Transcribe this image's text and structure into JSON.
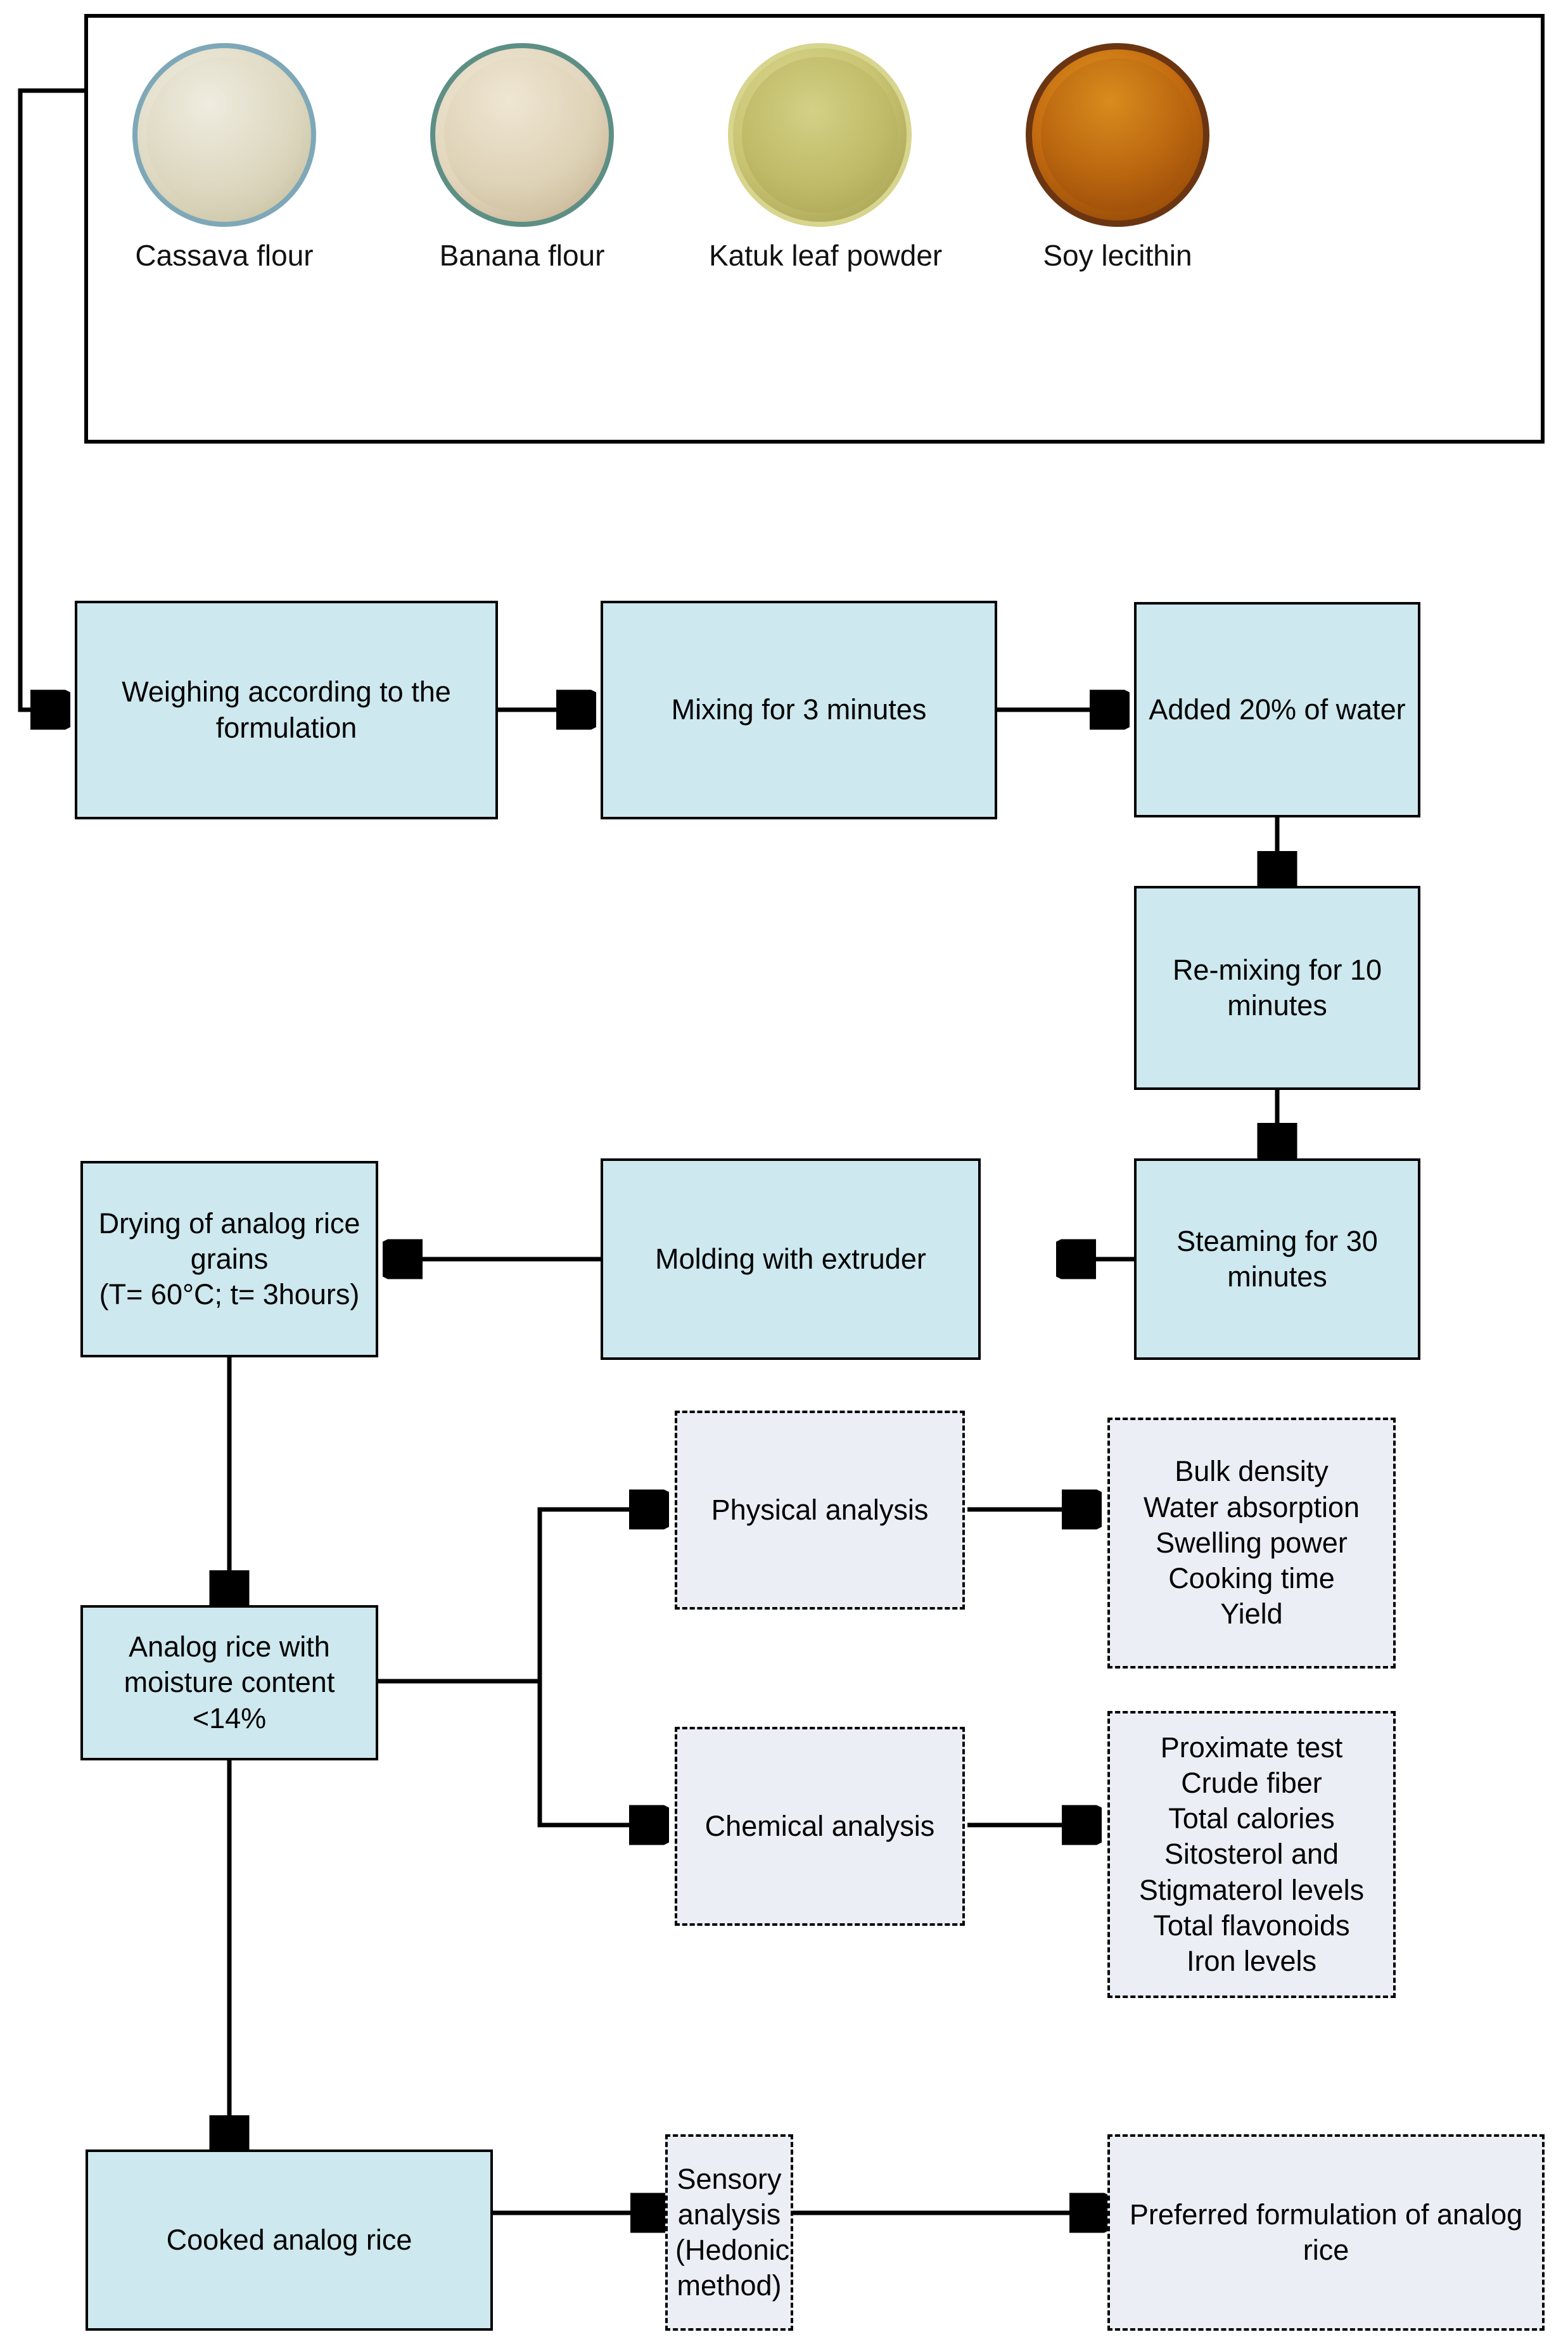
{
  "ingredients_panel": {
    "items": [
      {
        "label": "Cassava flour",
        "icon": "petri-dish-icon",
        "rim": "#7ea8b8",
        "inner": "#ded9c2",
        "inner2": "#cfc8ab"
      },
      {
        "label": "Banana flour",
        "icon": "petri-dish-icon",
        "rim": "#5d8f85",
        "inner": "#e2d6bd",
        "inner2": "#cdbb9c"
      },
      {
        "label": "Katuk leaf powder",
        "icon": "petri-dish-icon",
        "rim": "#d7d58e",
        "inner": "#c8c472",
        "inner2": "#a9a455"
      },
      {
        "label": "Soy lecithin",
        "icon": "petri-dish-icon",
        "rim": "#6b3512",
        "inner": "#c26a10",
        "inner2": "#8f4407"
      }
    ]
  },
  "process": {
    "weighing": "Weighing according to the formulation",
    "mixing": "Mixing for 3 minutes",
    "add_water": "Added 20% of water",
    "remixing": "Re-mixing for 10 minutes",
    "steaming": "Steaming for 30 minutes",
    "molding": "Molding with extruder",
    "drying": "Drying of analog rice grains\n(T= 60°C; t= 3hours)",
    "analog_rice": "Analog rice with moisture content\n<14%",
    "cooked_rice": "Cooked analog rice"
  },
  "analysis": {
    "physical_label": "Physical analysis",
    "chemical_label": "Chemical analysis",
    "sensory_label": "Sensory analysis\n(Hedonic method)",
    "preferred_label": "Preferred formulation of analog rice",
    "physical_results": "Bulk density\nWater absorption\nSwelling power\nCooking time\nYield",
    "chemical_results": "Proximate test\nCrude fiber\nTotal calories\nSitosterol and\nStigmaterol levels\nTotal flavonoids\nIron levels"
  },
  "colors": {
    "process_fill": "#cde8ee",
    "analysis_fill": "#ebeef5",
    "stroke": "#000000"
  },
  "chart_data": {
    "type": "diagram",
    "title": "Analog rice production and analysis flowchart",
    "nodes": [
      {
        "id": "ingredients",
        "label": "Cassava flour / Banana flour / Katuk leaf powder / Soy lecithin",
        "style": "photo-panel"
      },
      {
        "id": "weighing",
        "label": "Weighing according to the formulation",
        "style": "solid"
      },
      {
        "id": "mixing",
        "label": "Mixing for 3 minutes",
        "style": "solid"
      },
      {
        "id": "add_water",
        "label": "Added 20% of water",
        "style": "solid"
      },
      {
        "id": "remixing",
        "label": "Re-mixing for 10 minutes",
        "style": "solid"
      },
      {
        "id": "steaming",
        "label": "Steaming for 30 minutes",
        "style": "solid"
      },
      {
        "id": "molding",
        "label": "Molding with extruder",
        "style": "solid"
      },
      {
        "id": "drying",
        "label": "Drying of analog rice grains (T= 60°C; t= 3hours)",
        "style": "solid"
      },
      {
        "id": "analog_rice",
        "label": "Analog rice with moisture content <14%",
        "style": "solid"
      },
      {
        "id": "cooked_rice",
        "label": "Cooked analog rice",
        "style": "solid"
      },
      {
        "id": "physical",
        "label": "Physical analysis",
        "style": "dashed"
      },
      {
        "id": "chemical",
        "label": "Chemical analysis",
        "style": "dashed"
      },
      {
        "id": "sensory",
        "label": "Sensory analysis (Hedonic method)",
        "style": "dashed"
      },
      {
        "id": "physical_results",
        "label": "Bulk density / Water absorption / Swelling power / Cooking time / Yield",
        "style": "dashed"
      },
      {
        "id": "chemical_results",
        "label": "Proximate test / Crude fiber / Total calories / Sitosterol and Stigmaterol levels / Total flavonoids / Iron levels",
        "style": "dashed"
      },
      {
        "id": "preferred",
        "label": "Preferred formulation of analog rice",
        "style": "dashed"
      }
    ],
    "edges": [
      {
        "from": "ingredients",
        "to": "weighing"
      },
      {
        "from": "weighing",
        "to": "mixing"
      },
      {
        "from": "mixing",
        "to": "add_water"
      },
      {
        "from": "add_water",
        "to": "remixing"
      },
      {
        "from": "remixing",
        "to": "steaming"
      },
      {
        "from": "steaming",
        "to": "molding"
      },
      {
        "from": "molding",
        "to": "drying"
      },
      {
        "from": "drying",
        "to": "analog_rice"
      },
      {
        "from": "analog_rice",
        "to": "physical"
      },
      {
        "from": "analog_rice",
        "to": "chemical"
      },
      {
        "from": "analog_rice",
        "to": "cooked_rice"
      },
      {
        "from": "physical",
        "to": "physical_results"
      },
      {
        "from": "chemical",
        "to": "chemical_results"
      },
      {
        "from": "cooked_rice",
        "to": "sensory"
      },
      {
        "from": "sensory",
        "to": "preferred"
      }
    ]
  }
}
